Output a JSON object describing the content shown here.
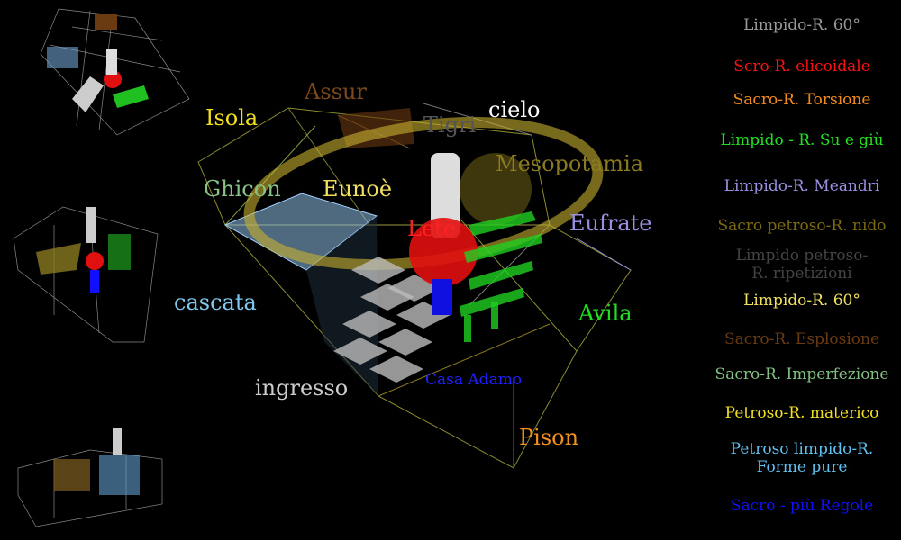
{
  "labels": [
    {
      "text": "Isola",
      "color": "#f0e020"
    },
    {
      "text": "Assur",
      "color": "#7a4a1e"
    },
    {
      "text": "Tigri",
      "color": "#555555"
    },
    {
      "text": "cielo",
      "color": "#ffffff"
    },
    {
      "text": "Mesopotamia",
      "color": "#8a7a20"
    },
    {
      "text": "Ghicon",
      "color": "#88c088"
    },
    {
      "text": "Eunoè",
      "color": "#f0e060"
    },
    {
      "text": "Letè",
      "color": "#ff2020"
    },
    {
      "text": "Eufrate",
      "color": "#9a90e0"
    },
    {
      "text": "cascata",
      "color": "#80c8ee"
    },
    {
      "text": "Avila",
      "color": "#20e020"
    },
    {
      "text": "ingresso",
      "color": "#cccccc"
    },
    {
      "text": "Casa Adamo",
      "color": "#2020ff"
    },
    {
      "text": "Pison",
      "color": "#f09020"
    }
  ],
  "legend": [
    {
      "text": "Limpido-R. 60°",
      "color": "#999999"
    },
    {
      "text": "Scro-R.  elicoidale",
      "color": "#ff1010"
    },
    {
      "text": "Sacro-R. Torsione",
      "color": "#f08a20"
    },
    {
      "text": "Limpido - R. Su e giù",
      "color": "#20e020"
    },
    {
      "text": "Limpido-R. Meandri",
      "color": "#9a90e0"
    },
    {
      "text": "Sacro petroso-R. nido",
      "color": "#7a6a10"
    },
    {
      "text": "Limpido petroso- R. ripetizioni",
      "color": "#444444"
    },
    {
      "text": "Limpido-R. 60°",
      "color": "#f0e060"
    },
    {
      "text": "Sacro-R. Esplosione",
      "color": "#6a3a10"
    },
    {
      "text": "Sacro-R. Imperfezione",
      "color": "#80c080"
    },
    {
      "text": "Petroso-R. materico",
      "color": "#f0e020"
    },
    {
      "text": "Petroso limpido-R. Forme pure",
      "color": "#60c0f0"
    },
    {
      "text": "Sacro - più Regole",
      "color": "#1010ff"
    }
  ]
}
